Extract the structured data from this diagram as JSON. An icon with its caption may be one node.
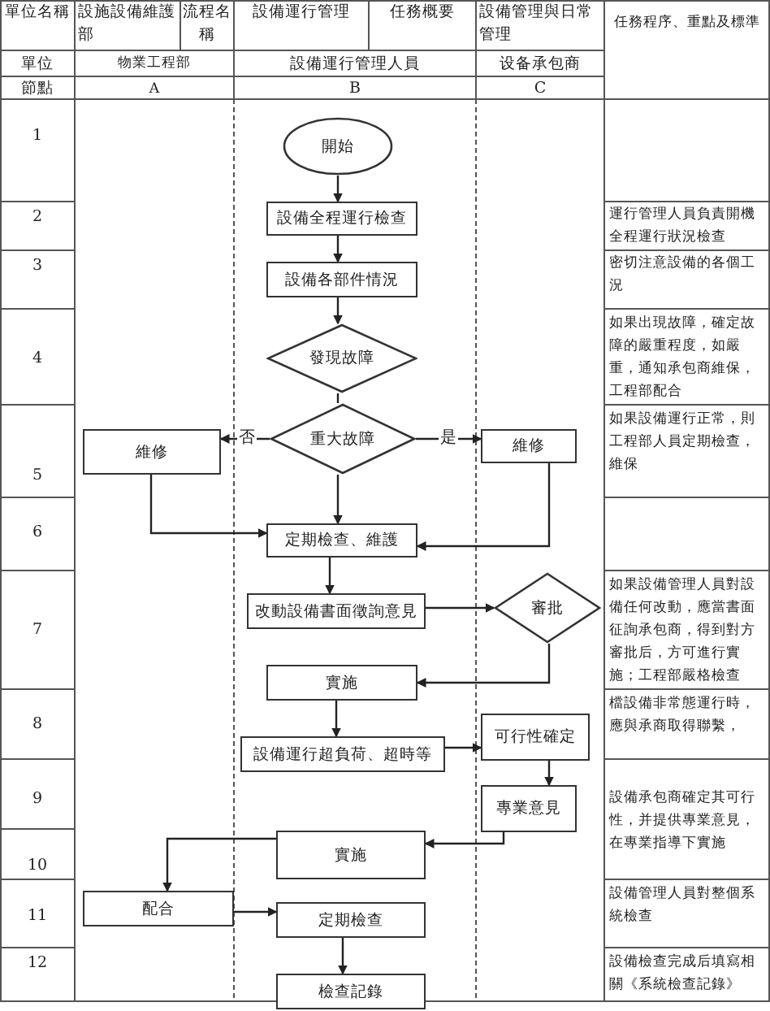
{
  "diagram": {
    "nodes": [
      {
        "text": [
          "開始"
        ]
      },
      {
        "text": [
          "設備全程運行檢查"
        ]
      },
      {
        "text": [
          "設備各部件情況"
        ]
      },
      {
        "text": [
          "發現故障"
        ]
      },
      {
        "text": [
          "重大故障"
        ]
      },
      {
        "text": [
          "維修"
        ]
      },
      {
        "text": [
          "維修"
        ]
      },
      {
        "text": [
          "定期檢查、維護"
        ]
      },
      {
        "text": [
          "改動設備書面徵詢意見"
        ]
      },
      {
        "text": [
          "審批"
        ]
      },
      {
        "text": [
          "實施"
        ]
      },
      {
        "text": [
          "設備運行超負荷、超時等"
        ]
      },
      {
        "text": [
          "可行性確定"
        ]
      },
      {
        "text": [
          "專業意見"
        ]
      },
      {
        "text": [
          "實施"
        ]
      },
      {
        "text": [
          "配合"
        ]
      },
      {
        "text": [
          "定期檢查"
        ]
      },
      {
        "text": [
          "檢查記錄"
        ]
      }
    ],
    "edges": [
      {
        "from": 0,
        "to": 1,
        "arrow": "to"
      },
      {
        "from": 1,
        "to": 2,
        "arrow": "to"
      },
      {
        "from": 2,
        "to": 3,
        "arrow": "to"
      },
      {
        "from": 3,
        "to": 4,
        "arrow": "none"
      },
      {
        "from": 4,
        "to": 5,
        "arrow": "to",
        "label": "否"
      },
      {
        "from": 4,
        "to": 6,
        "arrow": "to",
        "label": "是"
      },
      {
        "from": 5,
        "to": 7,
        "arrow": "to"
      },
      {
        "from": 6,
        "to": 7,
        "arrow": "to"
      },
      {
        "from": 4,
        "to": 7,
        "arrow": "to"
      },
      {
        "from": 7,
        "to": 8,
        "arrow": "to"
      },
      {
        "from": 8,
        "to": 9,
        "arrow": "to"
      },
      {
        "from": 9,
        "to": 10,
        "arrow": "to"
      },
      {
        "from": 10,
        "to": 11,
        "arrow": "to"
      },
      {
        "from": 11,
        "to": 12,
        "arrow": "to"
      },
      {
        "from": 12,
        "to": 13,
        "arrow": "to"
      },
      {
        "from": 13,
        "to": 14,
        "arrow": "to"
      },
      {
        "from": 14,
        "to": 15,
        "arrow": "to"
      },
      {
        "from": 15,
        "to": 16,
        "arrow": "to"
      },
      {
        "from": 16,
        "to": 17,
        "arrow": "to"
      }
    ],
    "labels": [
      "單位名稱",
      "設施設備維護部",
      "流程名稱",
      "設備運行管理",
      "任務概要",
      "設備管理與日常管理",
      "任務程序、重點及標準",
      "單位",
      "物業工程部",
      "設備運行管理人員",
      "设备承包商",
      "節點",
      "A",
      "B",
      "C",
      "1",
      "2",
      "運行管理人員負責開機全程運行狀況檢查",
      "3",
      "密切注意設備的各個工況",
      "4",
      "如果出現故障，確定故障的嚴重程度，如嚴重，通知承包商維保，工程部配合",
      "5",
      "如果設備運行正常，則工程部人員定期檢查，維保",
      "6",
      "7",
      "如果設備管理人員對設備任何改動，應當書面征詢承包商，得到對方審批后，方可進行實施；工程部嚴格檢查",
      "8",
      "檔設備非常態運行時，應與承商取得聯繫，",
      "9",
      "設備承包商確定其可行性，并提供專業意見，在專業指導下實施",
      "10",
      "11",
      "設備管理人員對整個系統檢查",
      "12",
      "設備檢查完成后填寫相關《系統檢查記錄》"
    ]
  }
}
